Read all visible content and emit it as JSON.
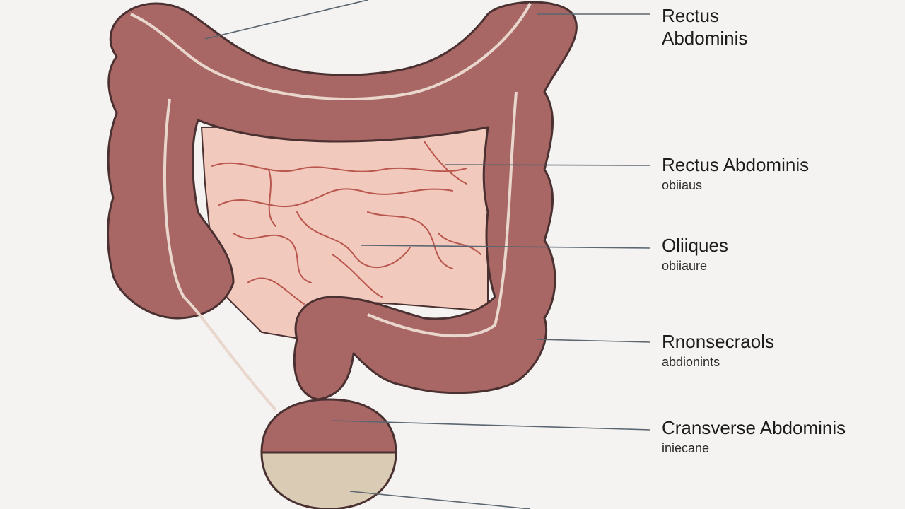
{
  "labels": [
    {
      "title": "Rectus\nAbdominis",
      "sub": ""
    },
    {
      "title": "Rectus Abdominis",
      "sub": "obiiaus"
    },
    {
      "title": "Oliiques",
      "sub": "obiiaure"
    },
    {
      "title": "Rnonsecraols",
      "sub": "abdionints"
    },
    {
      "title": "Cransverse Abdominis",
      "sub": "iniecane"
    }
  ],
  "colors": {
    "background": "#f4f3f1",
    "colon": "#a86764",
    "colon_outline": "#4a3030",
    "small_intestine": "#f2c9bd",
    "intestine_folds": "#b9574f",
    "bladder_lower": "#d9cbb4",
    "leader_line": "#5b6670"
  }
}
